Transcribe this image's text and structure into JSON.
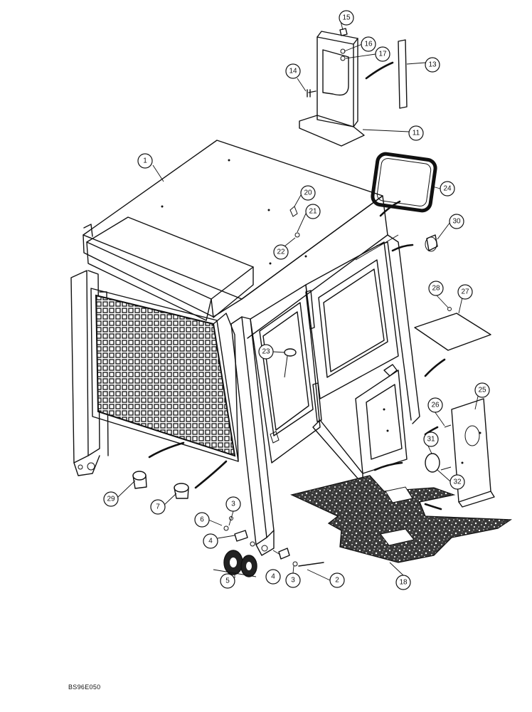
{
  "drawing_code": "BS96E050",
  "callouts": [
    "1",
    "2",
    "3",
    "3",
    "4",
    "4",
    "5",
    "6",
    "7",
    "11",
    "13",
    "14",
    "15",
    "16",
    "17",
    "18",
    "20",
    "21",
    "22",
    "23",
    "24",
    "25",
    "26",
    "27",
    "28",
    "29",
    "30",
    "31",
    "32"
  ]
}
